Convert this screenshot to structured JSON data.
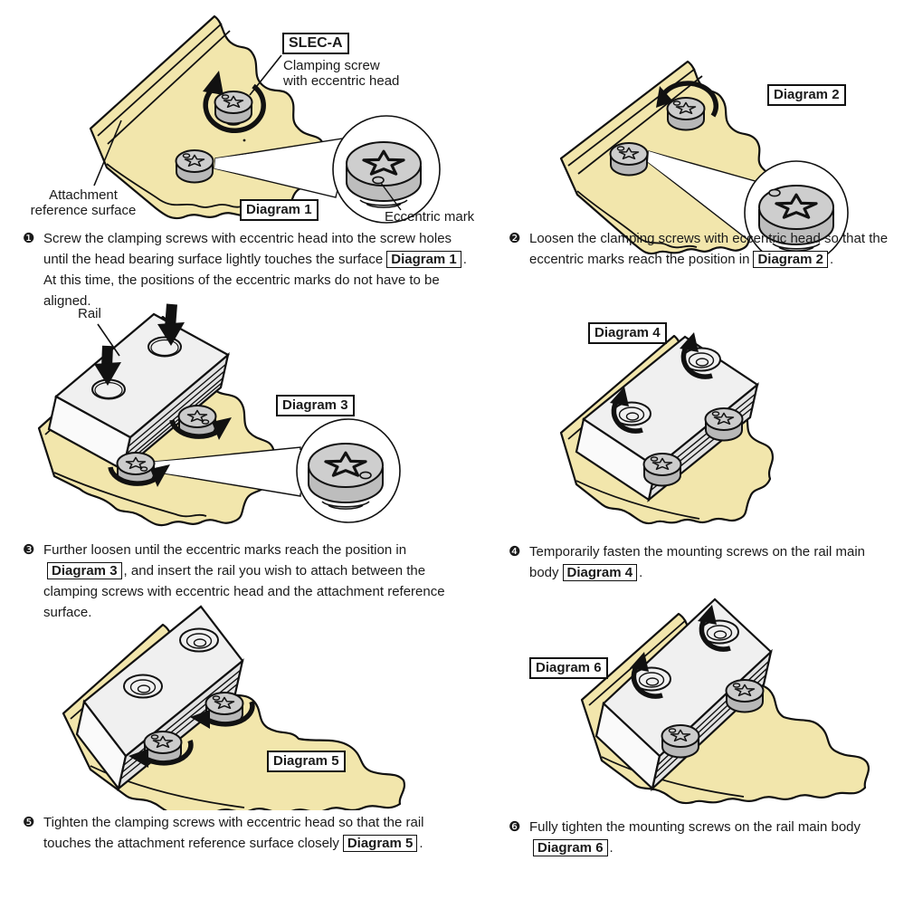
{
  "colors": {
    "base_yellow": "#f2e6ac",
    "rail_top": "#f0f0f0",
    "rail_front": "#e3e3e3",
    "rail_end": "#fafafa",
    "screw_top": "#cccccc",
    "screw_side": "#b8b8b8",
    "outline": "#111111"
  },
  "labels": {
    "slec": "SLEC-A",
    "clamping_line1": "Clamping screw",
    "clamping_line2": "with eccentric head",
    "attachment_line1": "Attachment",
    "attachment_line2": "reference surface",
    "eccentric_mark": "Eccentric mark",
    "rail": "Rail",
    "d1": "Diagram 1",
    "d2": "Diagram 2",
    "d3": "Diagram 3",
    "d4": "Diagram 4",
    "d5": "Diagram 5",
    "d6": "Diagram 6"
  },
  "steps": [
    {
      "num": "❶",
      "pre": "Screw the clamping screws with eccentric head into the screw holes until the head bearing surface lightly touches the surface",
      "ref": "Diagram 1",
      "post": ". At this time, the positions of the eccentric marks do not have to be aligned."
    },
    {
      "num": "❷",
      "pre": "Loosen the clamping screws with eccentric head so that the eccentric marks reach the position in",
      "ref": "Diagram 2",
      "post": "."
    },
    {
      "num": "❸",
      "pre": "Further loosen until the eccentric marks reach the position in",
      "ref": "Diagram 3",
      "post": ", and insert the rail you wish to attach between the clamping screws with eccentric head and the attachment reference surface."
    },
    {
      "num": "❹",
      "pre": "Temporarily fasten the mounting screws on the rail main body",
      "ref": "Diagram 4",
      "post": "."
    },
    {
      "num": "❺",
      "pre": "Tighten the clamping screws with eccentric head so that the rail touches the attachment reference surface closely",
      "ref": "Diagram 5",
      "post": "."
    },
    {
      "num": "❻",
      "pre": "Fully tighten the mounting screws on the rail main body",
      "ref": "Diagram 6",
      "post": "."
    }
  ]
}
